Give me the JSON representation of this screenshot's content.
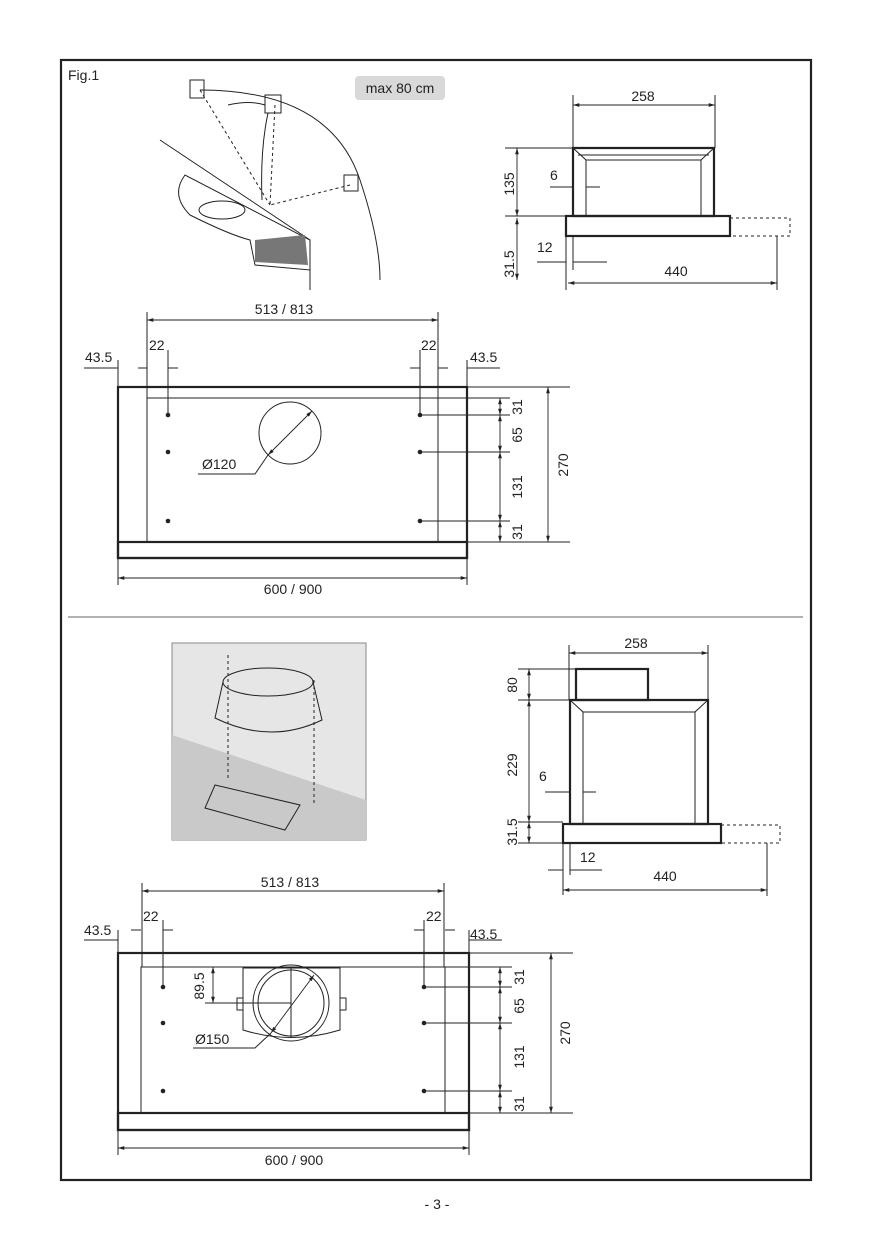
{
  "figure_label": "Fig.1",
  "max_height_label": "max 80 cm",
  "page_number": "- 3 -",
  "top": {
    "side_view": {
      "width": "258",
      "height": "135",
      "inset": "6",
      "base_height": "31.5",
      "offset": "12",
      "depth": "440"
    },
    "plan_view": {
      "hole_spacing": "513 / 813",
      "edge_left": "22",
      "edge_right": "22",
      "margin_left": "43.5",
      "margin_right": "43.5",
      "v1": "31",
      "v2": "65",
      "v3": "131",
      "v4": "31",
      "total_depth": "270",
      "diameter": "Ø120",
      "width": "600 / 900"
    }
  },
  "bottom": {
    "side_view": {
      "width": "258",
      "motor_height": "80",
      "height": "229",
      "inset": "6",
      "base_height": "31.5",
      "offset": "12",
      "depth": "440"
    },
    "plan_view": {
      "hole_spacing": "513 / 813",
      "edge_left": "22",
      "edge_right": "22",
      "margin_left": "43.5",
      "margin_right": "43.5",
      "v1": "31",
      "v2": "65",
      "v3": "131",
      "v4": "31",
      "total_depth": "270",
      "center_offset": "89.5",
      "diameter": "Ø150",
      "width": "600 / 900"
    }
  }
}
